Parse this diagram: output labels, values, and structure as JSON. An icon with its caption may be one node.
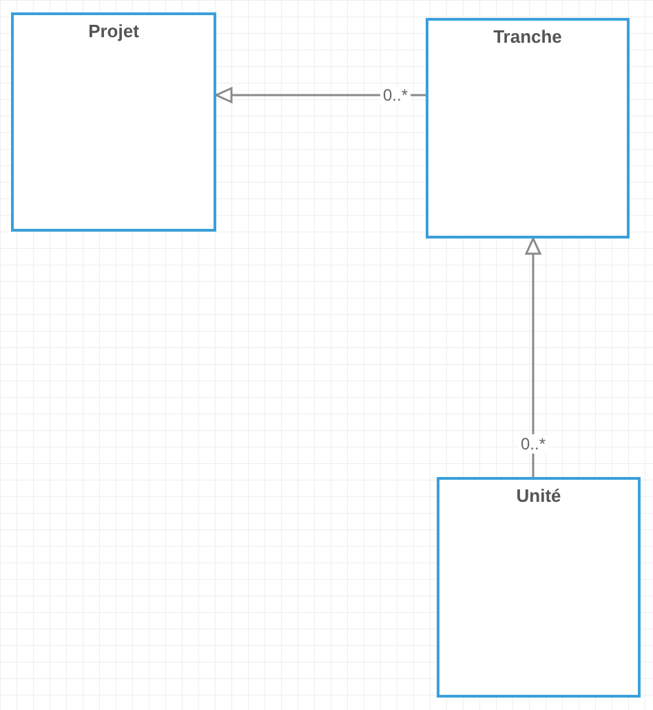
{
  "diagram": {
    "nodes": [
      {
        "text": [
          "Projet"
        ]
      },
      {
        "text": [
          "Tranche"
        ]
      },
      {
        "text": [
          "Unité"
        ]
      }
    ],
    "edges": [
      {
        "from": 1,
        "to": 0,
        "arrow": "to",
        "label": "0..*"
      },
      {
        "from": 2,
        "to": 1,
        "arrow": "to",
        "label": "0..*"
      }
    ]
  }
}
